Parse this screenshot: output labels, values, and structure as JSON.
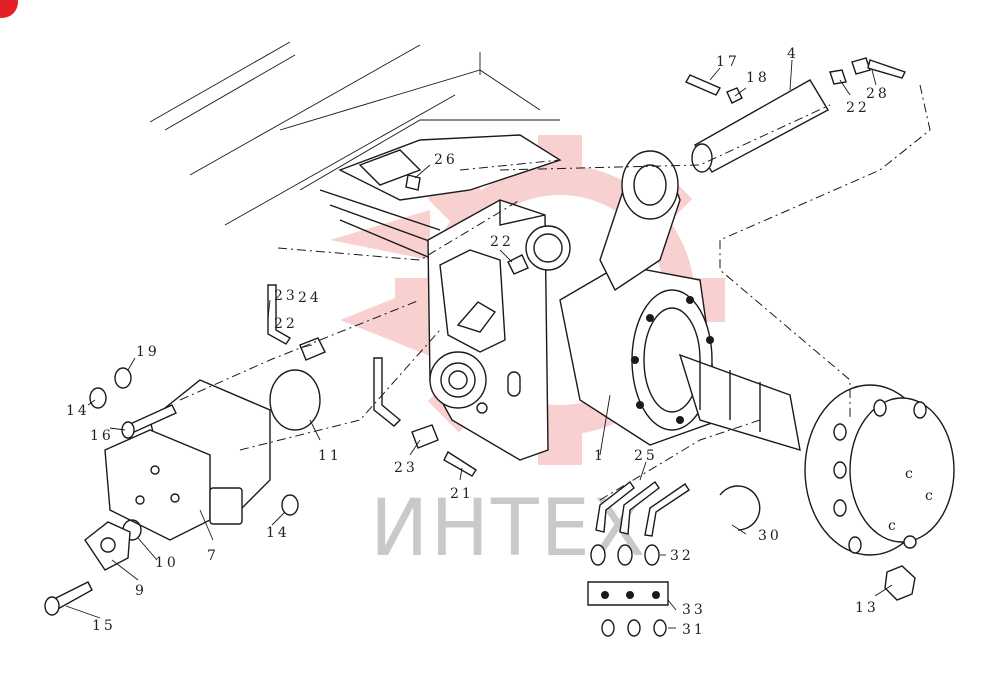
{
  "watermark": {
    "text": "ИНТЕХ",
    "color": "#e8585a",
    "text_color": "#c9c9c9"
  },
  "corner_badge": {
    "color": "#e31e24"
  },
  "callouts": [
    "1",
    "4",
    "7",
    "9",
    "10",
    "11",
    "13",
    "14",
    "14",
    "15",
    "16",
    "17",
    "18",
    "19",
    "21",
    "22",
    "22",
    "22",
    "23",
    "23",
    "24",
    "25",
    "26",
    "28",
    "30",
    "31",
    "32",
    "33"
  ]
}
